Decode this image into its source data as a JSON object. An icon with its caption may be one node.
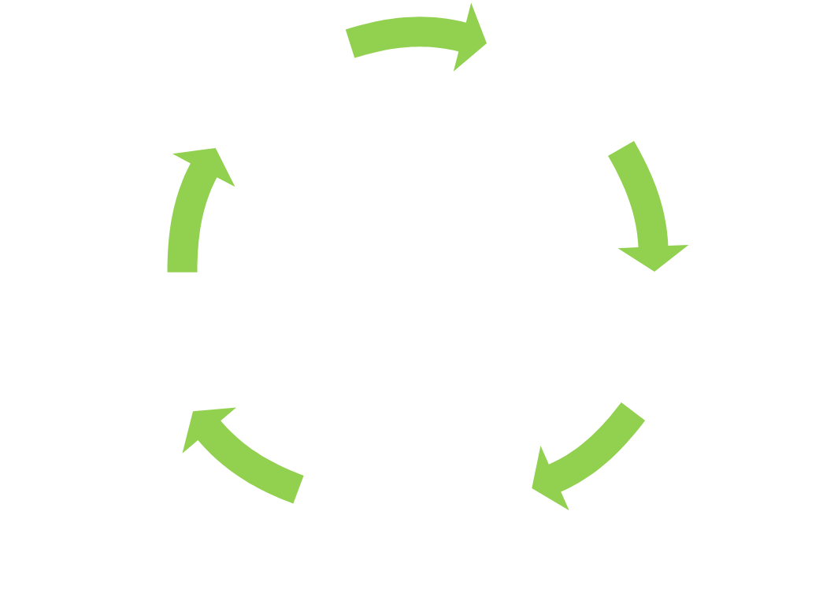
{
  "diagram": {
    "nodes": [
      {
        "text": [],
        "shape": "arrow"
      },
      {
        "text": [],
        "shape": "arrow"
      },
      {
        "text": [],
        "shape": "arrow"
      },
      {
        "text": [],
        "shape": "arrow"
      },
      {
        "text": [],
        "shape": "arrow"
      }
    ]
  }
}
